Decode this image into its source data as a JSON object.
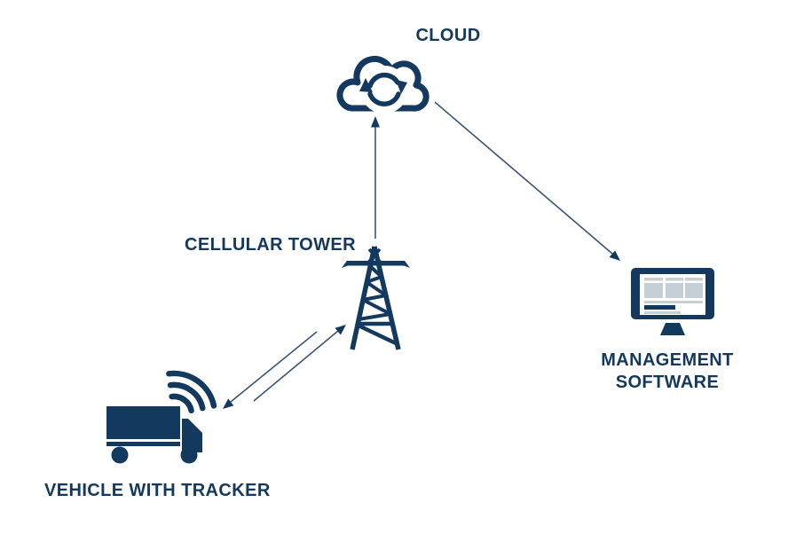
{
  "diagram": {
    "title": "Vehicle tracking system diagram",
    "colors": {
      "accent": "#14395E",
      "muted": "#C7CFD6",
      "arrow": "#3D5570",
      "background": "#FFFFFF"
    },
    "nodes": [
      {
        "id": "cloud",
        "label": "CLOUD",
        "icon": "cloud-sync-icon"
      },
      {
        "id": "cellular-tower",
        "label": "CELLULAR TOWER",
        "icon": "cellular-tower-icon"
      },
      {
        "id": "vehicle",
        "label": "VEHICLE WITH TRACKER",
        "icon": "truck-wifi-icon"
      },
      {
        "id": "management-software",
        "label": "MANAGEMENT SOFTWARE",
        "icon": "monitor-icon"
      }
    ],
    "connections": [
      {
        "from": "cellular-tower",
        "to": "cloud",
        "style": "arrow"
      },
      {
        "from": "cloud",
        "to": "management-software",
        "style": "arrow"
      },
      {
        "from": "vehicle",
        "to": "cellular-tower",
        "style": "arrow"
      },
      {
        "from": "cellular-tower",
        "to": "vehicle",
        "style": "arrow"
      }
    ]
  }
}
